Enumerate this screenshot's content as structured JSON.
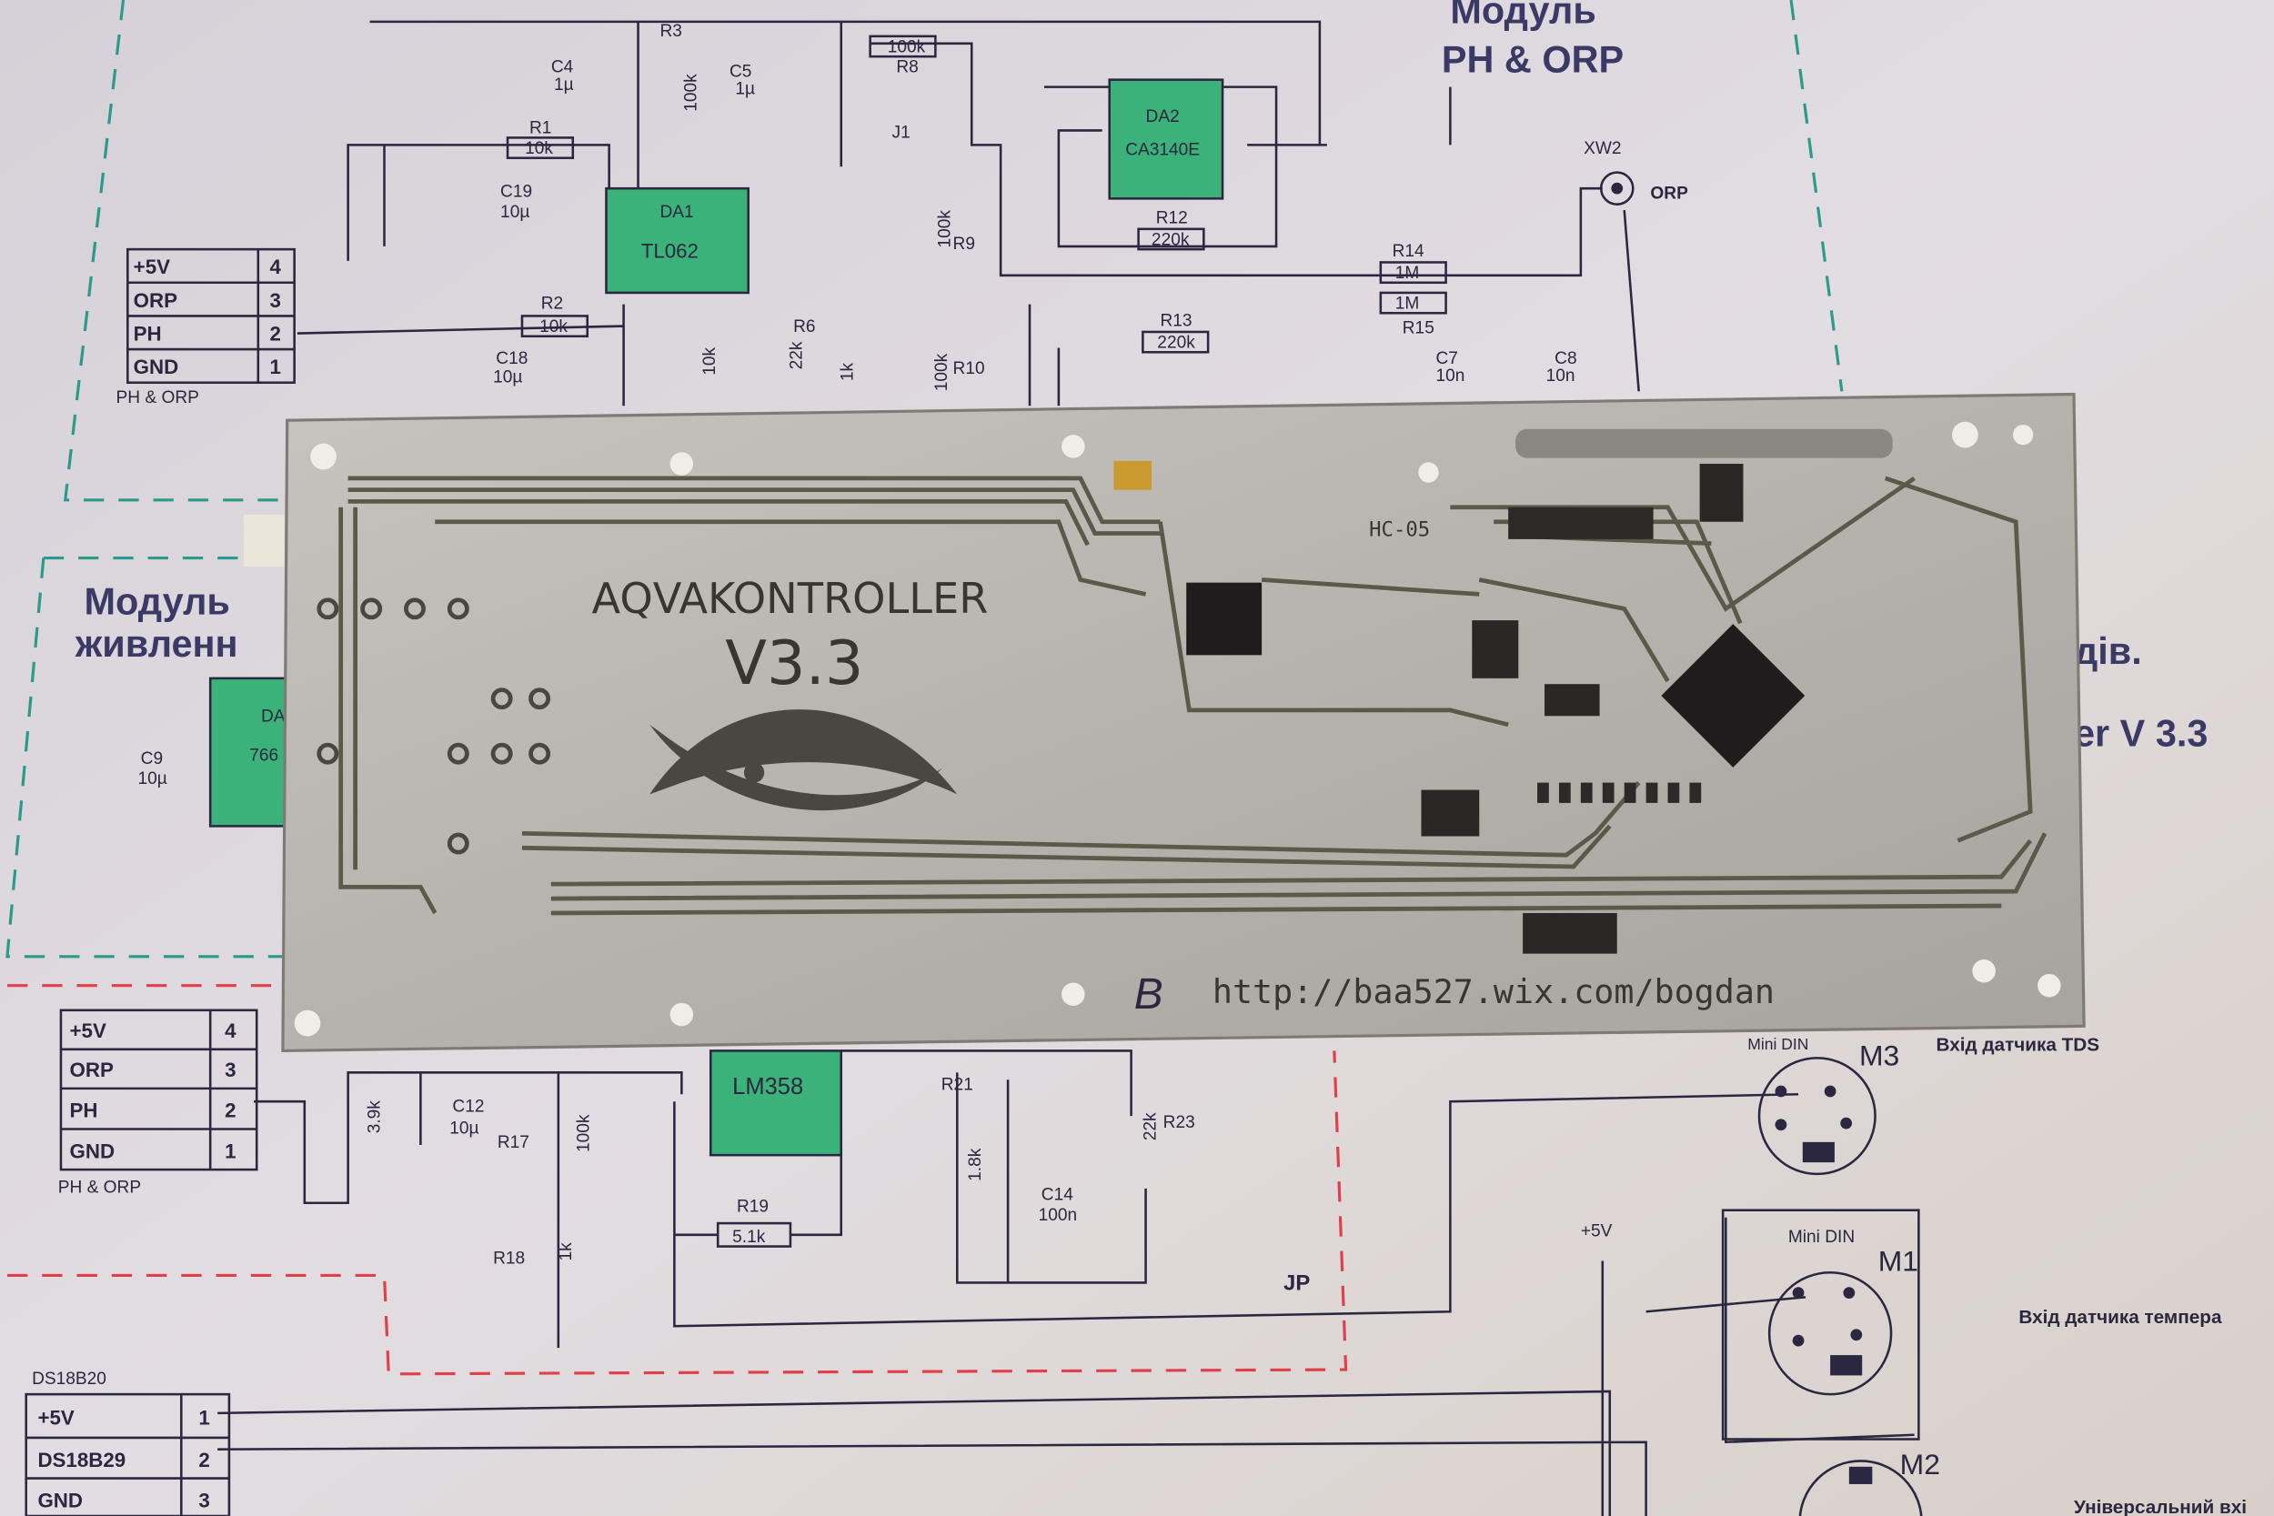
{
  "schematic": {
    "module_ph_orp_title": [
      "Модуль",
      "PH & ORP"
    ],
    "module_power_title": [
      "Модуль",
      "живленн"
    ],
    "right_partial_title": [
      "дів.",
      "er  V 3.3"
    ],
    "chips": {
      "da1": "DA1",
      "da1_part": "TL062",
      "da2": "DA2",
      "da2_part": "CA3140E",
      "lm358": "LM358",
      "da_left": "DA",
      "da_left_part": "766"
    },
    "components": [
      "R3",
      "100k",
      "C4",
      "1µ",
      "C5",
      "1µ",
      "R8",
      "100k",
      "J1",
      "R1",
      "10k",
      "C19",
      "10µ",
      "R9",
      "100k",
      "R12",
      "220k",
      "R14",
      "1M",
      "R15",
      "1M",
      "R2",
      "10k",
      "R6",
      "22k",
      "1k",
      "10k",
      "R10",
      "100k",
      "R13",
      "220k",
      "C18",
      "10µ",
      "C7",
      "10n",
      "C8",
      "10n",
      "C9",
      "10µ",
      "XW2",
      "ORP",
      "C12",
      "10µ",
      "R17",
      "100k",
      "R21",
      "1.8k",
      "R23",
      "22k",
      "C14",
      "100n",
      "R19",
      "5.1k",
      "R18",
      "1k",
      "3.9k",
      "JP",
      "+5V",
      "Mini DIN",
      "M1",
      "M2",
      "M3"
    ],
    "connector_top": {
      "rows": [
        [
          "+5V",
          "4"
        ],
        [
          "ORP",
          "3"
        ],
        [
          "PH",
          "2"
        ],
        [
          "GND",
          "1"
        ]
      ],
      "caption": "PH & ORP"
    },
    "connector_bottom": {
      "rows": [
        [
          "+5V",
          "4"
        ],
        [
          "ORP",
          "3"
        ],
        [
          "PH",
          "2"
        ],
        [
          "GND",
          "1"
        ]
      ],
      "caption": "PH & ORP"
    },
    "connector_ds": {
      "caption": "DS18B20",
      "rows": [
        [
          "+5V",
          "1"
        ],
        [
          "DS18B29",
          "2"
        ],
        [
          "GND",
          "3"
        ]
      ]
    },
    "tds_label": "Вхід датчика TDS",
    "temp_label": "Вхід датчика темпера",
    "universal_label": "Універсальний вхі",
    "mini_din_partial": "Mini DIN"
  },
  "pcb": {
    "title": "AQVAKONTROLLER",
    "version": "V3.3",
    "module_label": "HC-05",
    "url": "http://baa527.wix.com/bogdan",
    "logo_letter": "B"
  },
  "colors": {
    "paper": "#dcd6dc",
    "chip_green": "#3ab27a",
    "pcb_metal": "#b8b4ae",
    "trace": "#5a5a48",
    "dash_green": "#2a9a8a",
    "dash_red": "#e0404a"
  }
}
